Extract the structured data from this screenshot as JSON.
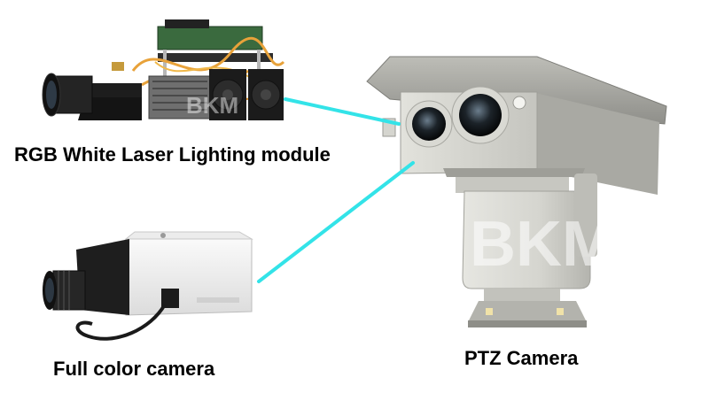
{
  "labels": {
    "laser_module": "RGB White Laser Lighting module",
    "full_color_camera": "Full color camera",
    "ptz_camera": "PTZ Camera"
  },
  "colors": {
    "connector": "#33e3e8",
    "camera_housing": "#c9c9c4",
    "camera_body_white": "#f2f2f2",
    "lens_black": "#1a1a1a",
    "cable_orange": "#e8a23a"
  },
  "icons": [
    "laser-module-illustration",
    "full-color-camera-illustration",
    "ptz-camera-illustration"
  ]
}
